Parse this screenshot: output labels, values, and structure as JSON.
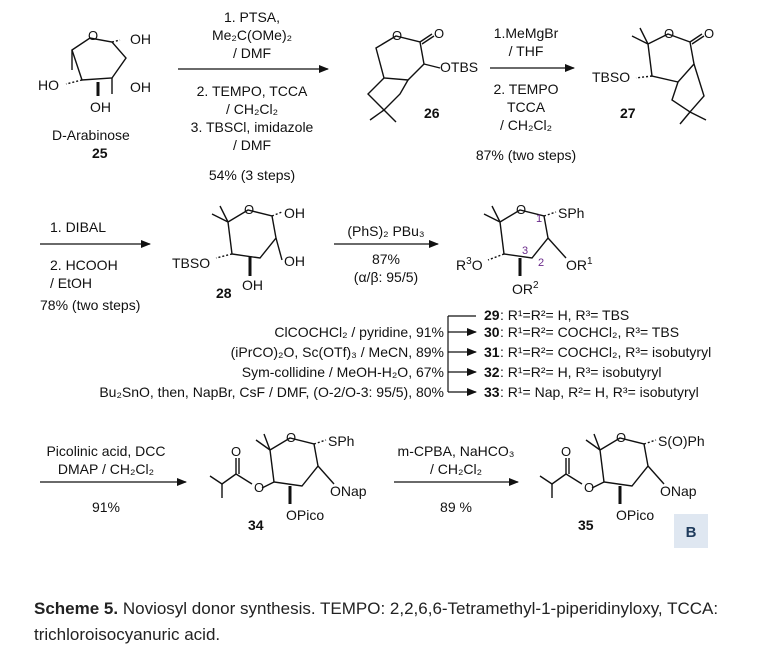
{
  "caption": {
    "label": "Scheme 5.",
    "text": "Noviosyl donor synthesis. TEMPO: 2,2,6,6-Tetramethyl-1-piperidinyloxy, TCCA: trichloroisocyanuric acid."
  },
  "panel_badge": "B",
  "compounds": {
    "c25": {
      "number": "25",
      "name": "D-Arabinose",
      "labels": [
        "OH",
        "HO",
        "OH",
        "OH"
      ]
    },
    "c26": {
      "number": "26",
      "labels": [
        "OTBS"
      ]
    },
    "c27": {
      "number": "27",
      "labels": [
        "TBSO"
      ]
    },
    "c28": {
      "number": "28",
      "labels": [
        "OH",
        "TBSO",
        "OH",
        "OH"
      ]
    },
    "c29_33_core": {
      "labels": [
        "SPh",
        "1",
        "2",
        "3",
        "OR",
        "1",
        "R",
        "3",
        "O",
        "OR",
        "2"
      ]
    },
    "c34": {
      "number": "34",
      "labels": [
        "SPh",
        "ONap",
        "OPico"
      ]
    },
    "c35": {
      "number": "35",
      "labels": [
        "S(O)Ph",
        "ONap",
        "OPico"
      ]
    }
  },
  "arrows": {
    "a1": {
      "above": [
        "1. PTSA,",
        "Me₂C(OMe)₂",
        "/ DMF"
      ],
      "below": [
        "2. TEMPO, TCCA",
        "/ CH₂Cl₂",
        "3. TBSCl, imidazole",
        "/ DMF",
        "54% (3 steps)"
      ]
    },
    "a2": {
      "above": [
        "1.MeMgBr",
        "/ THF"
      ],
      "below": [
        "2. TEMPO",
        "TCCA",
        "/ CH₂Cl₂",
        "87% (two steps)"
      ]
    },
    "a3": {
      "above": [
        "1. DIBAL"
      ],
      "below": [
        "2. HCOOH",
        "/ EtOH",
        "78% (two steps)"
      ]
    },
    "a4": {
      "above": [
        "(PhS)₂ PBu₃"
      ],
      "below": [
        "87%",
        "(α/β: 95/5)"
      ]
    },
    "a5": {
      "above": [
        "Picolinic acid, DCC",
        "DMAP / CH₂Cl₂"
      ],
      "below": [
        "91%"
      ]
    },
    "a6": {
      "above": [
        "m-CPBA, NaHCO₃",
        "/ CH₂Cl₂"
      ],
      "below": [
        "89 %"
      ]
    }
  },
  "derivatives": [
    {
      "conditions": "",
      "compound": "29",
      "substituents": "R¹=R²= H, R³= TBS"
    },
    {
      "conditions": "ClCOCHCl₂ / pyridine, 91%",
      "compound": "30",
      "substituents": "R¹=R²= COCHCl₂, R³= TBS"
    },
    {
      "conditions": "(iPrCO)₂O, Sc(OTf)₃ / MeCN, 89%",
      "compound": "31",
      "substituents": "R¹=R²= COCHCl₂, R³= isobutyryl"
    },
    {
      "conditions": "Sym-collidine / MeOH-H₂O, 67%",
      "compound": "32",
      "substituents": "R¹=R²= H, R³= isobutyryl"
    },
    {
      "conditions": "Bu₂SnO, then, NapBr, CsF / DMF, (O-2/O-3: 95/5), 80%",
      "compound": "33",
      "substituents": "R¹= Nap, R²= H, R³= isobutyryl"
    }
  ],
  "colors": {
    "ink": "#111111",
    "badge_bg": "#dfe7f1",
    "badge_text": "#1f3b5c",
    "locant": "#6a2a8a"
  }
}
